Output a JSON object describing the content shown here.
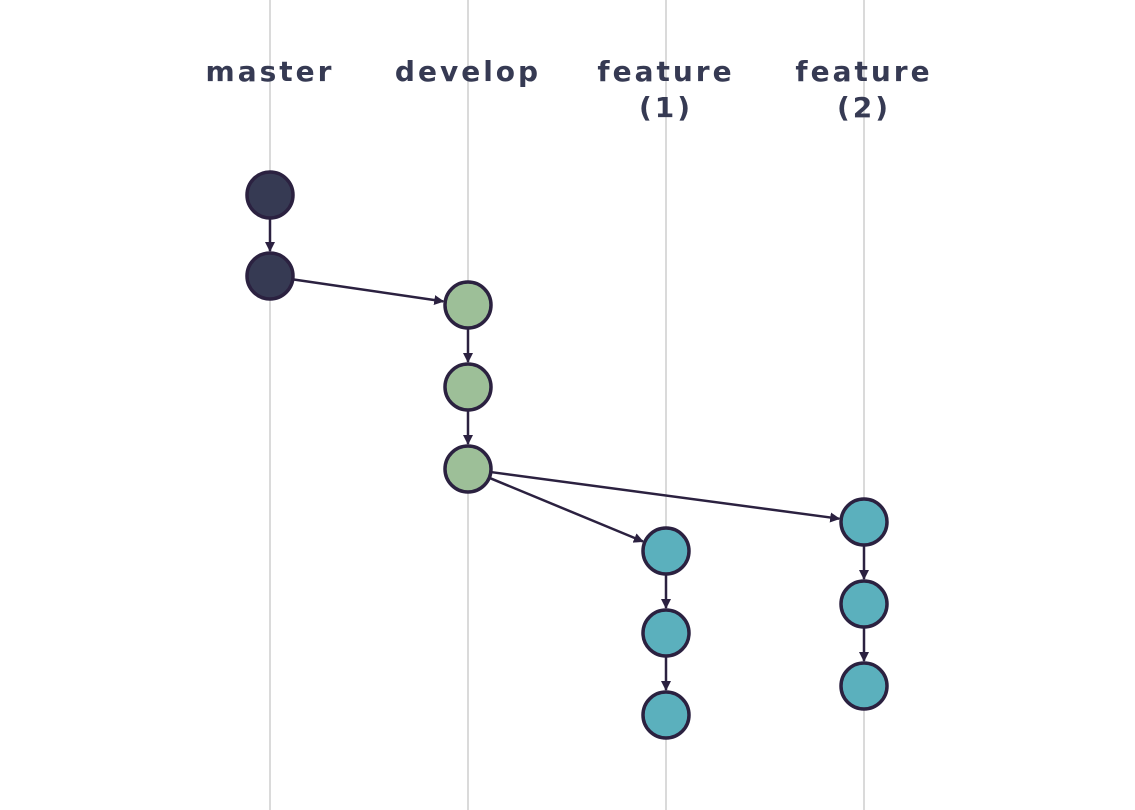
{
  "colors": {
    "line": "#dadada",
    "label": "#363a53",
    "stroke": "#2b2140",
    "master": "#363a53",
    "develop": "#9dbf98",
    "feature": "#5bb0bd"
  },
  "branches": [
    {
      "id": "master",
      "label_lines": [
        "master"
      ],
      "color_key": "master"
    },
    {
      "id": "develop",
      "label_lines": [
        "develop"
      ],
      "color_key": "develop"
    },
    {
      "id": "feature1",
      "label_lines": [
        "feature",
        "(1)"
      ],
      "color_key": "feature"
    },
    {
      "id": "feature2",
      "label_lines": [
        "feature",
        "(2)"
      ],
      "color_key": "feature"
    }
  ],
  "commits": [
    {
      "id": "m1",
      "branch": "master"
    },
    {
      "id": "m2",
      "branch": "master"
    },
    {
      "id": "d1",
      "branch": "develop"
    },
    {
      "id": "d2",
      "branch": "develop"
    },
    {
      "id": "d3",
      "branch": "develop"
    },
    {
      "id": "f1a",
      "branch": "feature1"
    },
    {
      "id": "f1b",
      "branch": "feature1"
    },
    {
      "id": "f1c",
      "branch": "feature1"
    },
    {
      "id": "f2a",
      "branch": "feature2"
    },
    {
      "id": "f2b",
      "branch": "feature2"
    },
    {
      "id": "f2c",
      "branch": "feature2"
    }
  ],
  "edges": [
    {
      "from": "m1",
      "to": "m2"
    },
    {
      "from": "m2",
      "to": "d1"
    },
    {
      "from": "d1",
      "to": "d2"
    },
    {
      "from": "d2",
      "to": "d3"
    },
    {
      "from": "d3",
      "to": "f1a"
    },
    {
      "from": "d3",
      "to": "f2a"
    },
    {
      "from": "f1a",
      "to": "f1b"
    },
    {
      "from": "f1b",
      "to": "f1c"
    },
    {
      "from": "f2a",
      "to": "f2b"
    },
    {
      "from": "f2b",
      "to": "f2c"
    }
  ]
}
